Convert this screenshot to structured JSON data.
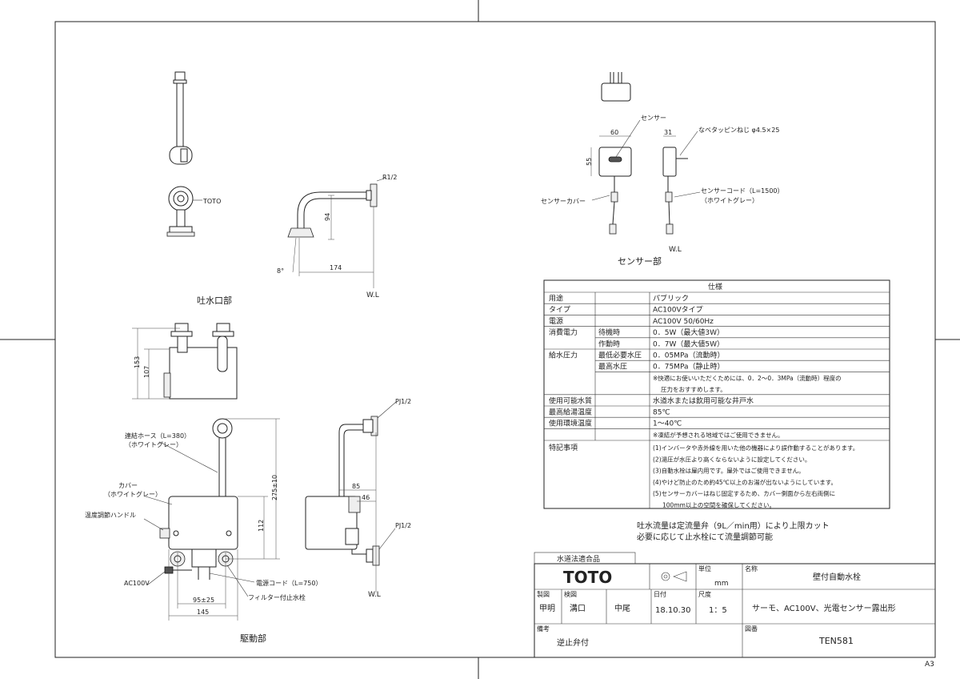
{
  "sections": {
    "spout": "吐水口部",
    "body": "駆動部",
    "sensor": "センサー部"
  },
  "spout": {
    "thread": "R1/2",
    "brand": "TOTO",
    "dims": {
      "width": "174",
      "height": "94",
      "angle": "8°"
    },
    "wl": "W.L"
  },
  "body": {
    "dims": {
      "h153": "153",
      "h107": "107",
      "h275": "275±10",
      "h112": "112",
      "w95": "95±25",
      "w145": "145",
      "w85": "85",
      "w46": "46"
    },
    "labels": {
      "hose": "連結ホース（L=380）",
      "hose_color": "（ホワイトグレー）",
      "cover": "カバー",
      "cover_color": "（ホワイトグレー）",
      "handle": "温度調節ハンドル",
      "ac": "AC100V",
      "cord": "電源コード（L=750）",
      "valve": "フィルター付止水栓",
      "pj_top": "PJ1/2",
      "pj_bottom": "PJ1/2"
    },
    "wl": "W.L"
  },
  "sensor": {
    "sensor_label": "センサー",
    "screw": "なべタッピンねじ φ4.5×25",
    "cover": "センサーカバー",
    "cord": "センサーコード（L=1500）",
    "cord_color": "（ホワイトグレー）",
    "dims": {
      "w60": "60",
      "w31": "31",
      "h55": "55"
    },
    "wl": "W.L"
  },
  "spec": {
    "title": "仕様",
    "rows": [
      {
        "k1": "用途",
        "k2": "",
        "v": "パブリック"
      },
      {
        "k1": "タイプ",
        "k2": "",
        "v": "AC100Vタイプ"
      },
      {
        "k1": "電源",
        "k2": "",
        "v": "AC100V 50/60Hz"
      },
      {
        "k1": "消費電力",
        "k2": "待機時",
        "v": "0．5W（最大値3W）"
      },
      {
        "k1": "",
        "k2": "作動時",
        "v": "0．7W（最大値5W）"
      },
      {
        "k1": "給水圧力",
        "k2": "最低必要水圧",
        "v": "0．05MPa（流動時）"
      },
      {
        "k1": "",
        "k2": "最高水圧",
        "v": "0．75MPa（静止時）"
      },
      {
        "k1": "",
        "k2": "",
        "v": "※快適にお使いいただくためには、0．2～0．3MPa（流動時）程度の"
      },
      {
        "k1": "",
        "k2": "",
        "v": "圧力をおすすめします。"
      },
      {
        "k1": "使用可能水質",
        "k2": "",
        "v": "水道水または飲用可能な井戸水"
      },
      {
        "k1": "最高給湯温度",
        "k2": "",
        "v": "85℃"
      },
      {
        "k1": "使用環境温度",
        "k2": "",
        "v": "1～40℃"
      },
      {
        "k1": "",
        "k2": "",
        "v": "※凍結が予想される地域ではご使用できません。"
      }
    ],
    "notes_title": "特記事項",
    "notes": [
      "(1)インバータや赤外線を用いた他の機器により誤作動することがあります。",
      "(2)湯圧が水圧より高くならないように設定してください。",
      "(3)自動水栓は屋内用です。屋外ではご使用できません。",
      "(4)やけど防止のため約45℃以上のお湯が出ないようにしています。",
      "(5)センサーカバーはねじ固定するため、カバー側面から左右両側に",
      "100mm以上の空間を確保してください。"
    ]
  },
  "flow_note": [
    "吐水流量は定流量弁（9L／min用）により上限カット",
    "必要に応じて止水栓にて流量調節可能"
  ],
  "title_block": {
    "cert": "水道法適合品",
    "brand": "TOTO",
    "unit_label": "単位",
    "unit": "mm",
    "name_label": "名称",
    "name": "壁付自動水栓",
    "made_label": "製図",
    "check_label": "検図",
    "date_label": "日付",
    "date": "18.10.30",
    "scale_label": "尺度",
    "scale": "1：5",
    "description": "サーモ、AC100V、光電センサー露出形",
    "remarks_label": "備考",
    "remarks": "逆止弁付",
    "drawing_no_label": "図番",
    "drawing_no": "TEN581",
    "made_stamp": "甲明",
    "check_stamp": "溝口",
    "approve_stamp": "中尾"
  },
  "sheet_size": "A3"
}
